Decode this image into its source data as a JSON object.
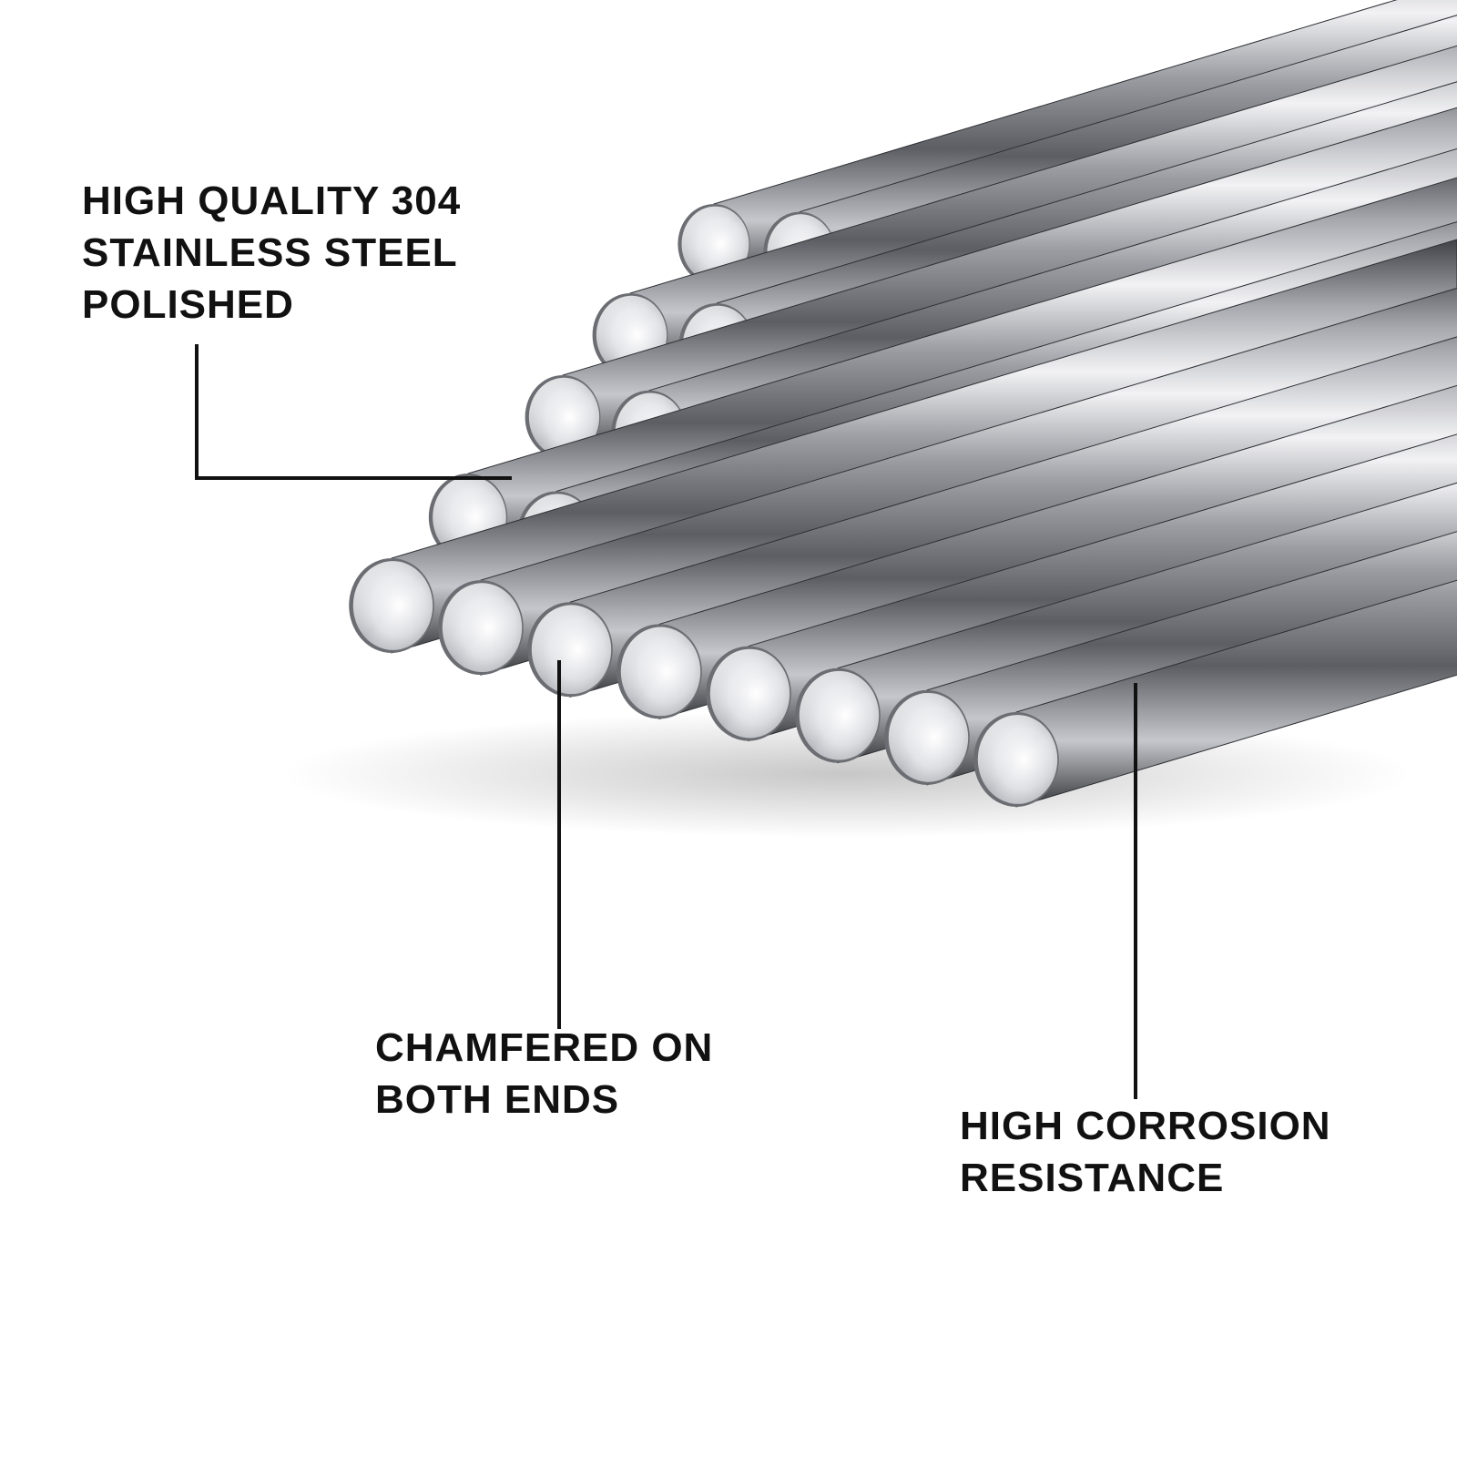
{
  "image": {
    "subject": "bundle of polished stainless steel round rods",
    "colors": {
      "background": "#ffffff",
      "leader_line": "#111111",
      "text": "#111111",
      "steel_highlight": "#f4f4f6",
      "steel_mid": "#a9abb1",
      "steel_dark": "#3a3c41"
    }
  },
  "callouts": [
    {
      "lines": [
        "HIGH QUALITY 304",
        "STAINLESS STEEL",
        "POLISHED"
      ]
    },
    {
      "lines": [
        "CHAMFERED ON",
        "BOTH ENDS"
      ]
    },
    {
      "lines": [
        "HIGH CORROSION",
        "RESISTANCE"
      ]
    }
  ],
  "rods": {
    "count": 31,
    "rows": [
      4,
      5,
      6,
      7,
      8
    ]
  }
}
